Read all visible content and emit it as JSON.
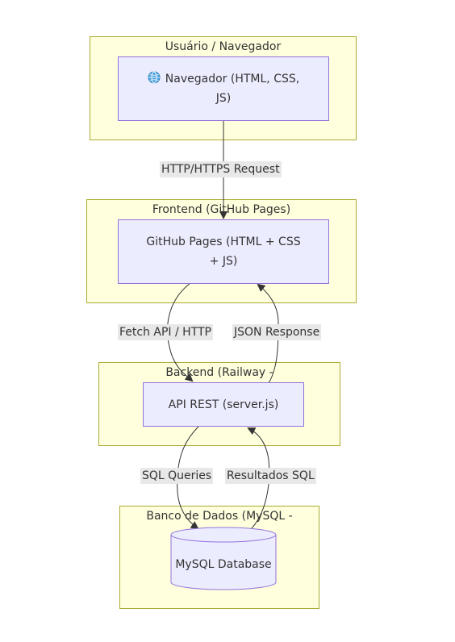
{
  "clusters": {
    "user": {
      "title": "Usuário / Navegador"
    },
    "frontend": {
      "title": "Frontend (GitHub Pages)"
    },
    "backend": {
      "title": "Backend (Railway -"
    },
    "database": {
      "title": "Banco de Dados (MySQL -"
    }
  },
  "nodes": {
    "browser": {
      "icon": "globe-icon",
      "line1": "Navegador (HTML, CSS,",
      "line2": "JS)"
    },
    "ghpages": {
      "line1": "GitHub Pages (HTML + CSS",
      "line2": "+ JS)"
    },
    "api": {
      "label": "API REST (server.js)"
    },
    "mysql": {
      "label": "MySQL Database"
    }
  },
  "edges": {
    "http_request": "HTTP/HTTPS Request",
    "fetch_api": "Fetch API / HTTP",
    "json_response": "JSON Response",
    "sql_queries": "SQL Queries",
    "sql_results": "Resultados SQL"
  },
  "colors": {
    "cluster_fill": "#ffffde",
    "cluster_border": "#aaaa33",
    "node_fill": "#ececff",
    "node_border": "#9370db",
    "edge": "#333333",
    "edge_label_bg": "#e8e8e8"
  }
}
